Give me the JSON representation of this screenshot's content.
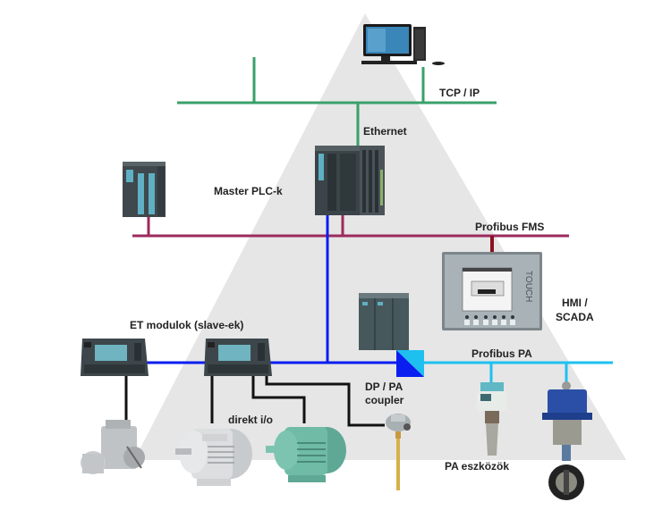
{
  "labels": {
    "tcp_ip": "TCP / IP",
    "ethernet": "Ethernet",
    "master_plc": "Master PLC-k",
    "profibus_fms": "Profibus FMS",
    "hmi_line1": "HMI /",
    "hmi_line2": "SCADA",
    "et_modules": "ET modulok (slave-ek)",
    "profibus_pa": "Profibus PA",
    "dp_pa_line1": "DP / PA",
    "dp_pa_line2": "coupler",
    "direct_io": "direkt i/o",
    "pa_devices": "PA eszközök"
  },
  "devices": {
    "hmi_brand": "TOUCH"
  },
  "colors": {
    "ethernet": "#3aa06a",
    "profibus_fms": "#9c2a5e",
    "fms_drop": "#8b1020",
    "profibus_dp": "#0a1ef0",
    "profibus_pa": "#1ec0f0",
    "direct_io": "#111111",
    "pyramid": "#e6e6e6"
  }
}
